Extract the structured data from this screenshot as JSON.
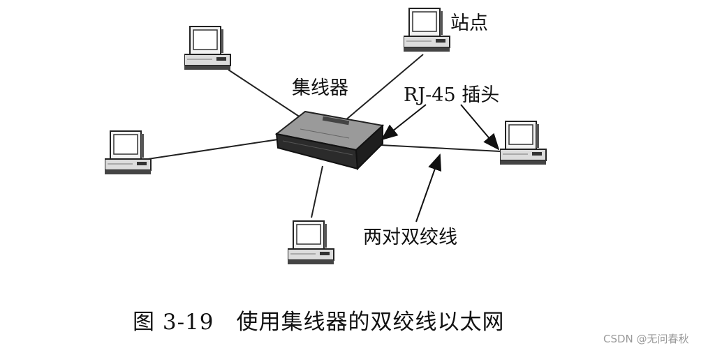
{
  "labels": {
    "station": "站点",
    "hub": "集线器",
    "rj45_plug": "RJ-45 插头",
    "twisted_pair": "两对双绞线"
  },
  "caption": "图 3-19　使用集线器的双绞线以太网",
  "watermark": "CSDN @无问春秋",
  "nodes": [
    {
      "name": "station-top-left",
      "icon": "computer-icon"
    },
    {
      "name": "station-top-right",
      "icon": "computer-icon"
    },
    {
      "name": "station-left",
      "icon": "computer-icon"
    },
    {
      "name": "station-bottom",
      "icon": "computer-icon"
    },
    {
      "name": "station-right",
      "icon": "computer-icon"
    },
    {
      "name": "hub",
      "icon": "hub-icon"
    }
  ],
  "links": [
    {
      "from": "hub",
      "to": "station-top-left"
    },
    {
      "from": "hub",
      "to": "station-top-right"
    },
    {
      "from": "hub",
      "to": "station-left"
    },
    {
      "from": "hub",
      "to": "station-bottom"
    },
    {
      "from": "hub",
      "to": "station-right"
    }
  ]
}
